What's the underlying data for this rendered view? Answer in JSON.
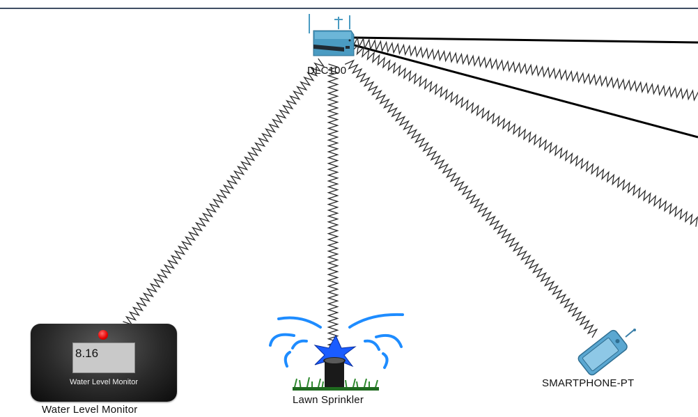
{
  "canvas": {
    "background": "#ffffff",
    "border_color": "#3f4e63"
  },
  "devices": {
    "controller": {
      "label": "DLC100",
      "icon": "home-gateway-icon",
      "color": "#4a9bc2"
    },
    "water_level_monitor": {
      "label": "Water Level Monitor",
      "panel_label": "Water Level Monitor",
      "reading": "8.16",
      "icon": "water-level-monitor-icon",
      "led_color": "#e60000"
    },
    "lawn_sprinkler": {
      "label": "Lawn Sprinkler",
      "icon": "lawn-sprinkler-icon",
      "spray_color": "#1e8cff"
    },
    "smartphone": {
      "label": "SMARTPHONE-PT",
      "icon": "smartphone-icon",
      "color": "#5aa7d1"
    }
  },
  "links": [
    {
      "from": "DLC100",
      "to": "Water Level Monitor",
      "type": "wireless"
    },
    {
      "from": "DLC100",
      "to": "Lawn Sprinkler",
      "type": "wireless"
    },
    {
      "from": "DLC100",
      "to": "SMARTPHONE-PT",
      "type": "wireless"
    },
    {
      "from": "DLC100",
      "to": "offscreen-1",
      "type": "wireless"
    },
    {
      "from": "DLC100",
      "to": "offscreen-2",
      "type": "wireless"
    },
    {
      "from": "DLC100",
      "to": "offscreen-3",
      "type": "wired"
    },
    {
      "from": "DLC100",
      "to": "offscreen-4",
      "type": "wired"
    }
  ]
}
